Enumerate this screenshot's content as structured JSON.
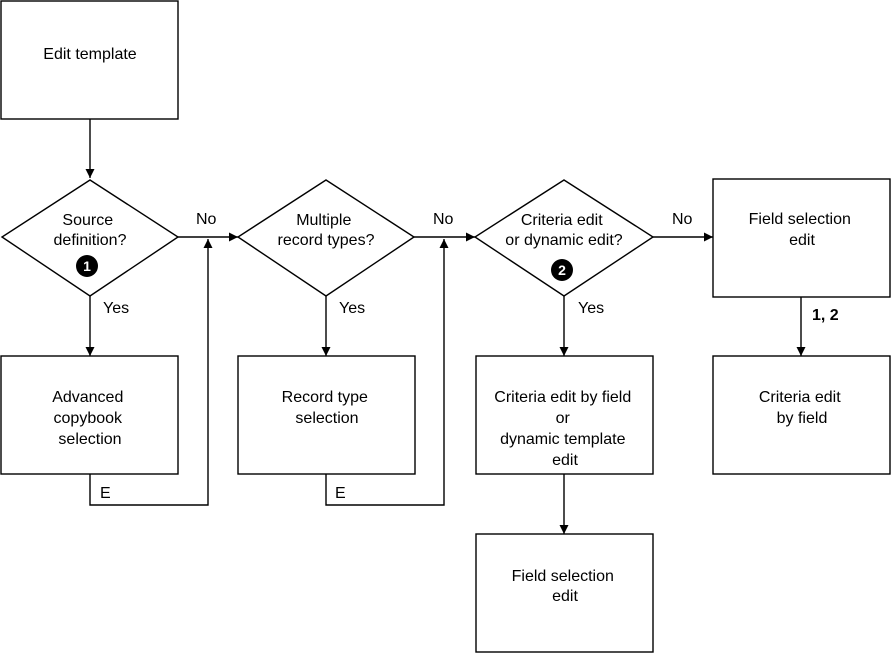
{
  "nodes": {
    "edit_template": {
      "lines": [
        "Edit template"
      ]
    },
    "source_definition": {
      "lines": [
        "Source",
        "definition?"
      ],
      "badge": "1"
    },
    "multiple_record_types": {
      "lines": [
        "Multiple",
        "record types?"
      ]
    },
    "criteria_or_dynamic": {
      "lines": [
        "Criteria edit",
        "or dynamic edit?"
      ],
      "badge": "2"
    },
    "field_selection_edit_top": {
      "lines": [
        "Field selection",
        "edit"
      ]
    },
    "advanced_copybook": {
      "lines": [
        "Advanced",
        "copybook",
        "selection"
      ]
    },
    "record_type_selection": {
      "lines": [
        "Record type",
        "selection"
      ]
    },
    "criteria_by_field_or_dynamic": {
      "lines": [
        "Criteria edit by field",
        "or",
        "dynamic template",
        "edit"
      ]
    },
    "criteria_edit_by_field": {
      "lines": [
        "Criteria edit",
        "by field"
      ]
    },
    "field_selection_edit_bottom": {
      "lines": [
        "Field selection",
        "edit"
      ]
    }
  },
  "edge_labels": {
    "no1": "No",
    "no2": "No",
    "no3": "No",
    "yes1": "Yes",
    "yes2": "Yes",
    "yes3": "Yes",
    "e1": "E",
    "e2": "E",
    "notes": "1, 2"
  }
}
